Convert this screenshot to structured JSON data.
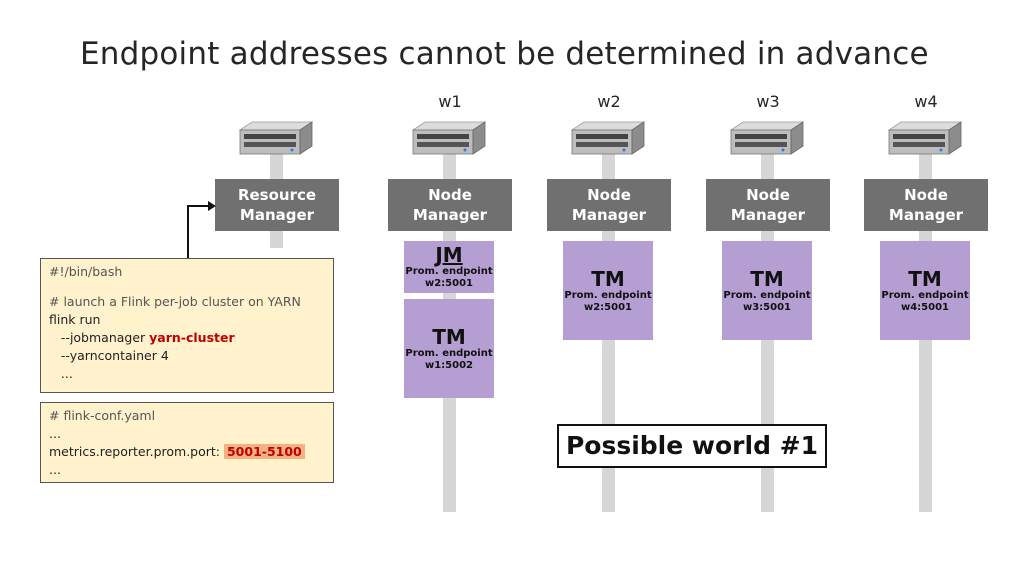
{
  "title": "Endpoint addresses cannot be determined in advance",
  "workers": [
    "w1",
    "w2",
    "w3",
    "w4"
  ],
  "resource_manager": {
    "line1": "Resource",
    "line2": "Manager"
  },
  "node_manager": {
    "line1": "Node",
    "line2": "Manager"
  },
  "containers": {
    "w1_jm": {
      "name": "JM",
      "label": "Prom. endpoint",
      "addr": "w2:5001"
    },
    "w1_tm": {
      "name": "TM",
      "label": "Prom. endpoint",
      "addr": "w1:5002"
    },
    "w2_tm": {
      "name": "TM",
      "label": "Prom. endpoint",
      "addr": "w2:5001"
    },
    "w3_tm": {
      "name": "TM",
      "label": "Prom. endpoint",
      "addr": "w3:5001"
    },
    "w4_tm": {
      "name": "TM",
      "label": "Prom. endpoint",
      "addr": "w4:5001"
    }
  },
  "script": {
    "shebang": "#!/bin/bash",
    "comment": "# launch a Flink per-job cluster on YARN",
    "cmd": "flink run",
    "arg1_prefix": "   --jobmanager ",
    "arg1_value": "yarn-cluster",
    "arg2": "   --yarncontainer 4",
    "ellipsis": "   ..."
  },
  "config": {
    "comment": "# flink-conf.yaml",
    "ellipsis1": "...",
    "key": "metrics.reporter.prom.port: ",
    "value": "5001-5100",
    "ellipsis2": "..."
  },
  "world_label": "Possible world #1",
  "colors": {
    "manager": "#707070",
    "container": "#b49ed2",
    "code_bg": "#fff2cc",
    "highlight": "#f4b183",
    "accent_red": "#c00000"
  }
}
